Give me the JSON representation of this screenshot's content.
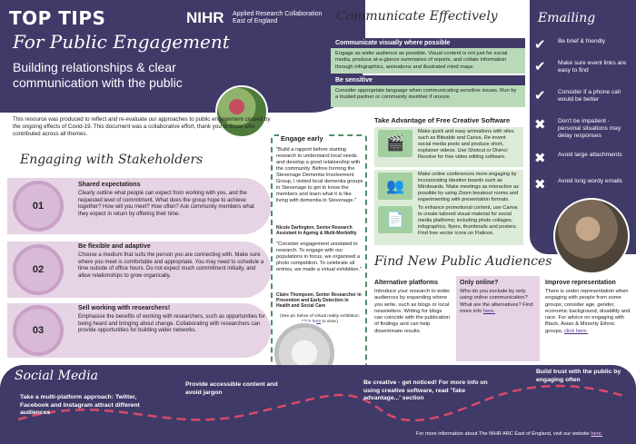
{
  "header": {
    "title": "TOP TIPS",
    "subtitle": "For Public Engagement",
    "strapline": "Building relationships & clear communication with the public",
    "logo_text": "NIHR",
    "logo_sub": "Applied Research Collaboration East of England"
  },
  "intro": "This resource was produced to reflect and re-evaluate our approaches to public engagement caused by the ongoing effects of Covid-19. This document was a collaborative effort, thank you to those who contributed across all themes.",
  "stakeholders": {
    "title": "Engaging with Stakeholders",
    "items": [
      {
        "num": "01",
        "head": "Shared expectations",
        "body": "Clearly outline what people can expect from working with you, and the requested level of commitment. What does the group hope to achieve together? How will you meet? How often? Ask community members what they expect in return by offering their time."
      },
      {
        "num": "02",
        "head": "Be flexible and adaptive",
        "body": "Choose a medium that suits the person you are connecting with. Make sure where you meet is comfortable and appropriate. You may need to schedule a time outside of office hours. Do not expect much commitment initially, and allow relationships to grow organically."
      },
      {
        "num": "03",
        "head": "Sell working with researchers!",
        "body": "Emphasise the benefits of working with researchers, such as opportunities for being heard and bringing about change. Collaborating with researchers can provide opportunities for building wider networks."
      }
    ]
  },
  "engage": {
    "title": "Engage early",
    "quote1": "\"Build a rapport before starting research to understand local needs and develop a good relationship with the community. Before forming the Stevenage Dementia Involvement Group, I visited local dementia groups in Stevenage to get to know the members and learn what it is like living with dementia in Stevenage.\"",
    "name1": "Nicole Darlington, Senior Research Assistant in Ageing & Multi-Morbidity",
    "quote2": "\"Consider engagement unrelated to research. To engage with our populations in focus, we organised a photo competition. To celebrate all entries, we made a virtual exhibition.\"",
    "name2": "Claire Thompson, Senior Researcher in Prevention and Early Detection in Health and Social Care",
    "link_pre": "(See pic below of virtual reality exhibition.",
    "link_text": "Click here",
    "link_post": "to view.)"
  },
  "communicate": {
    "title": "Communicate Effectively",
    "band1": "Communicate visually where possible",
    "box1": "Engage as wider audience as possible. Visual content is not just for social media, produce at-a-glance summaries of reports, and collate information through infographics, animations and illustrated mind maps.",
    "band2": "Be sensitive",
    "box2": "Consider appropriate language when communicating sensitive issues. Run by a trusted partner or community member if unsure."
  },
  "software": {
    "title": "Take Advantage of Free Creative Software",
    "items": [
      {
        "icon": "video-clapper-icon",
        "glyph": "🎬",
        "text": "Make quick and easy animations with sites such as Biteable and Canva. Re-invent social media posts and produce short, explainer videos. Use Shotcut or Divinci Resolve for free video editing software."
      },
      {
        "icon": "presenter-icon",
        "glyph": "👥",
        "text": "Make online conferences more engaging by incorporating ideation boards such as Miroboards. Make meetings as interactive as possible by using Zoom breakout rooms and experimenting with presentation formats."
      },
      {
        "icon": "document-icon",
        "glyph": "📄",
        "text": "To enhance promotional content, use Canva to create tailored visual material for social media platforms; including photo collages, infographics, flyers, thumbnails and posters. Find free vector icons on Flaticon."
      }
    ]
  },
  "emailing": {
    "title": "Emailing",
    "items": [
      {
        "mark": "✔",
        "text": "Be brief & friendly"
      },
      {
        "mark": "✔",
        "text": "Make sure event links are easy to find"
      },
      {
        "mark": "✔",
        "text": "Consider if a phone call would be better"
      },
      {
        "mark": "✖",
        "text": "Don't be impatient - personal situations may delay responses"
      },
      {
        "mark": "✖",
        "text": "Avoid large attachments"
      },
      {
        "mark": "✖",
        "text": "Avoid long wordy emails"
      }
    ]
  },
  "audiences": {
    "title": "Find New Public Audiences",
    "cols": [
      {
        "head": "Alternative platforms",
        "body": "Introduce your research to wider audiences by expanding where you write, such as blogs or local newsletters. Writing for blogs can coincide with the publication of findings and can help disseminate results."
      },
      {
        "head": "Only online?",
        "body": "Who do you exclude by only using online communication? What are the alternatives? Find more info",
        "link": "here."
      },
      {
        "head": "Improve representation",
        "body": "There is under representation when engaging with people from some groups; consider age, gender, economic background, disability and race. For advice on engaging with Black, Asian & Minority Ethnic groups,",
        "link": "click here."
      }
    ]
  },
  "social": {
    "title": "Social Media",
    "tip1": "Take a multi-platform approach: Twitter, Facebook and Instagram attract different audiences",
    "tip2": "Provide accessible content and avoid jargon",
    "tip3": "Be creative - get noticed! For more info on using creative software, read 'Take advantage...' section",
    "tip4": "Build trust with the public by engaging often",
    "footer_pre": "For more information about The NIHR ARC East of England, visit our website",
    "footer_link": "here."
  },
  "colors": {
    "navy": "#3f3a68",
    "green": "#b9d9b8",
    "lilac": "#e6d3e4",
    "pink": "#c9a1c6"
  }
}
